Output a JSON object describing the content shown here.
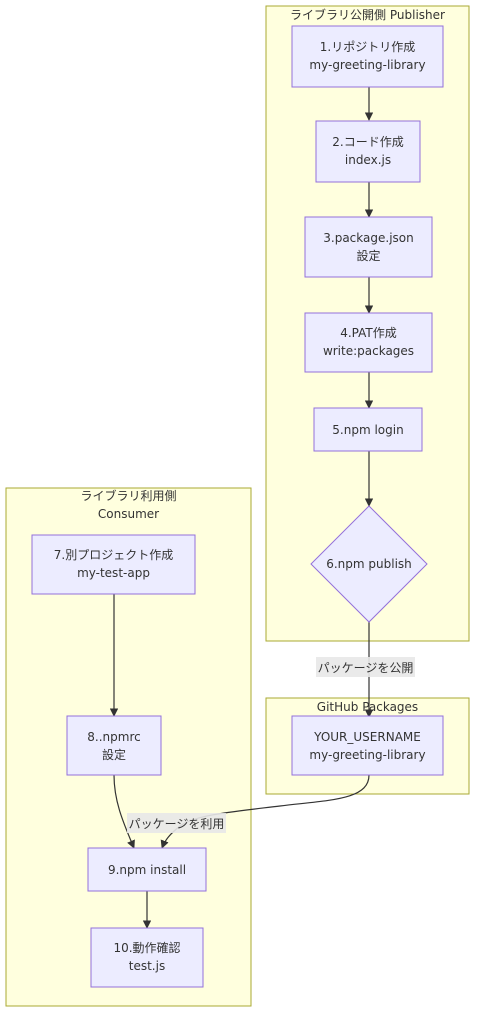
{
  "clusters": {
    "publisher": {
      "title": "ライブラリ公開側 Publisher"
    },
    "consumer": {
      "title_line1": "ライブラリ利用側",
      "title_line2": "Consumer"
    },
    "github": {
      "title": "GitHub Packages"
    }
  },
  "nodes": {
    "n1": {
      "line1": "1.リポジトリ作成",
      "line2": "my-greeting-library"
    },
    "n2": {
      "line1": "2.コード作成",
      "line2": "index.js"
    },
    "n3": {
      "line1": "3.package.json",
      "line2": "設定"
    },
    "n4": {
      "line1": "4.PAT作成",
      "line2": "write:packages"
    },
    "n5": {
      "line1": "5.npm login"
    },
    "n6": {
      "line1": "6.npm publish"
    },
    "n7": {
      "line1": "7.別プロジェクト作成",
      "line2": "my-test-app"
    },
    "n8": {
      "line1": "8..npmrc",
      "line2": "設定"
    },
    "n9": {
      "line1": "9.npm install"
    },
    "n10": {
      "line1": "10.動作確認",
      "line2": "test.js"
    },
    "repo": {
      "line1": "YOUR_USERNAME",
      "line2": "my-greeting-library"
    }
  },
  "edge_labels": {
    "publish": "パッケージを公開",
    "use": "パッケージを利用"
  },
  "colors": {
    "cluster_fill": "#ffffde",
    "cluster_border": "#aaaa33",
    "node_fill": "#ececff",
    "node_border": "#9370db",
    "edge": "#333333"
  }
}
